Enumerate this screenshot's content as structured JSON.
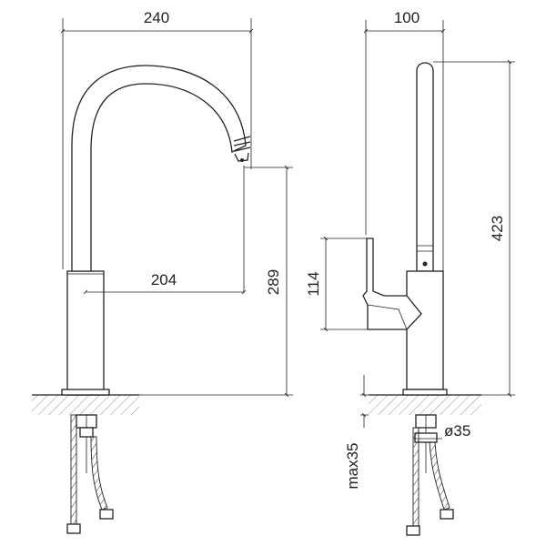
{
  "dimensions": {
    "front_width": "240",
    "side_width": "100",
    "spout_reach": "204",
    "spout_height": "289",
    "handle_height": "114",
    "total_height": "423",
    "max_thickness": "max35",
    "hole_diameter": "ø35"
  }
}
